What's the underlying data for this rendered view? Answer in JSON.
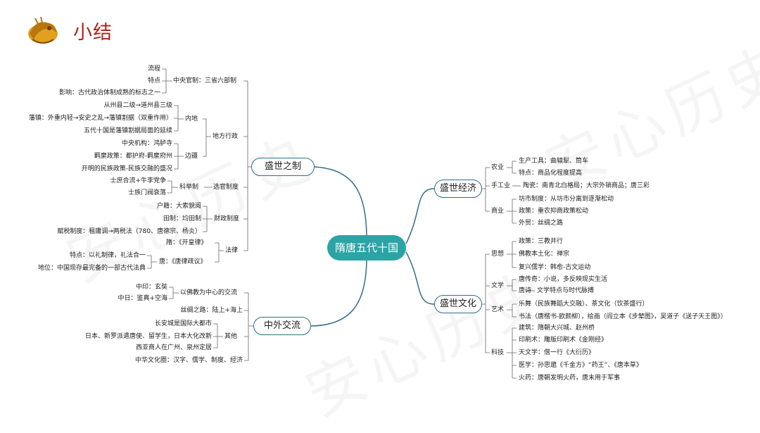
{
  "header": {
    "title": "小结",
    "logo_icon": "dragon-icon",
    "watermark": "安心历史"
  },
  "center": "隋唐五代十国",
  "left": {
    "shengshi_zhizhi": {
      "label": "盛世之制",
      "central": {
        "label": "中央官制：三省六部制",
        "items": [
          "流程",
          "特点",
          "影响：古代政治体制成熟的标志之一"
        ]
      },
      "local": {
        "label": "地方行政",
        "inner": {
          "label": "内地",
          "items": [
            "从州县二级→道州县三级",
            "藩镇：外重内轻→安史之乱→藩镇割据（双重作用）",
            "五代十国是藩镇割据局面的延续"
          ]
        },
        "border": {
          "label": "边疆",
          "items": [
            "中央机构：鸿胪寺",
            "羁縻政策：都护府-羁縻府州",
            "开明的民族政策-民族交融的盛况"
          ]
        }
      },
      "exam": {
        "label": "选官制度",
        "sub": "科举制",
        "items": [
          "士庶合流+牛李党争",
          "士族门阀衰落"
        ]
      },
      "finance": {
        "label": "财政制度",
        "items": [
          "户籍：大索貌阅",
          "田制：均田制",
          "赋税制度：租庸调→两税法（780、唐德宗、杨炎）"
        ]
      },
      "law": {
        "label": "法律",
        "sui": "隋：《开皇律》",
        "tang": "唐：《唐律疏议》",
        "tang_items": [
          "特点：以礼制律，礼法合一",
          "地位：中国现存最完备的一部古代法典"
        ]
      }
    },
    "zhongwai": {
      "label": "中外交流",
      "buddhism": {
        "label": "以佛教为中心的交流",
        "items": [
          "中印：玄奘",
          "中日：鉴真+空海"
        ]
      },
      "silk_road": "丝绸之路：陆上+海上",
      "other": {
        "label": "其他",
        "items": [
          "长安城是国际大都市",
          "日本、新罗派遣唐使、留学生，日本大化改新",
          "西亚商人在广州、泉州定居"
        ]
      },
      "culture_circle": "中华文化圈：汉字、儒学、制度、经济"
    }
  },
  "right": {
    "economy": {
      "label": "盛世经济",
      "agriculture": {
        "label": "农业",
        "items": [
          "生产工具：曲辕犁、筒车",
          "特点：商品化程度提高"
        ]
      },
      "handicraft": {
        "label": "手工业",
        "item": "陶瓷：南青北白格局；大宗外销商品；唐三彩"
      },
      "commerce": {
        "label": "商业",
        "items": [
          "坊市制度：从坊市分离到逐渐松动",
          "政策：重农抑商政策松动",
          "外贸：丝绸之路"
        ]
      }
    },
    "culture": {
      "label": "盛世文化",
      "thought": {
        "label": "思想",
        "items": [
          "政策：三教并行",
          "佛教本土化：禅宗",
          "复兴儒学：韩愈-古文运动"
        ]
      },
      "literature": {
        "label": "文学",
        "items": [
          "唐传奇：小说，多反映现实生活"
        ],
        "poetry": "唐诗",
        "poetry_item": "文学特点与时代脉搏"
      },
      "art": {
        "label": "艺术",
        "items": [
          "乐舞（民族舞蹈大交融）、茶文化（饮茶盛行）",
          "书法（唐楷书-欧颜柳），绘画（阎立本《步辇图》，吴道子《送子天王图》）"
        ]
      },
      "tech": {
        "label": "科技",
        "items": [
          "建筑：隋朝大兴城、赵州桥",
          "印刷术：雕版印刷术《金刚经》",
          "天文学：僧一行《大衍历》",
          "医学：孙思邈《千金方》“药王”、《唐本草》",
          "火药：唐朝发明火药，唐末用于军事"
        ]
      }
    }
  },
  "colors": {
    "center_fill": "#2ca3a5",
    "branch_stroke": "#2f6f86",
    "title_red": "#b3211c"
  }
}
